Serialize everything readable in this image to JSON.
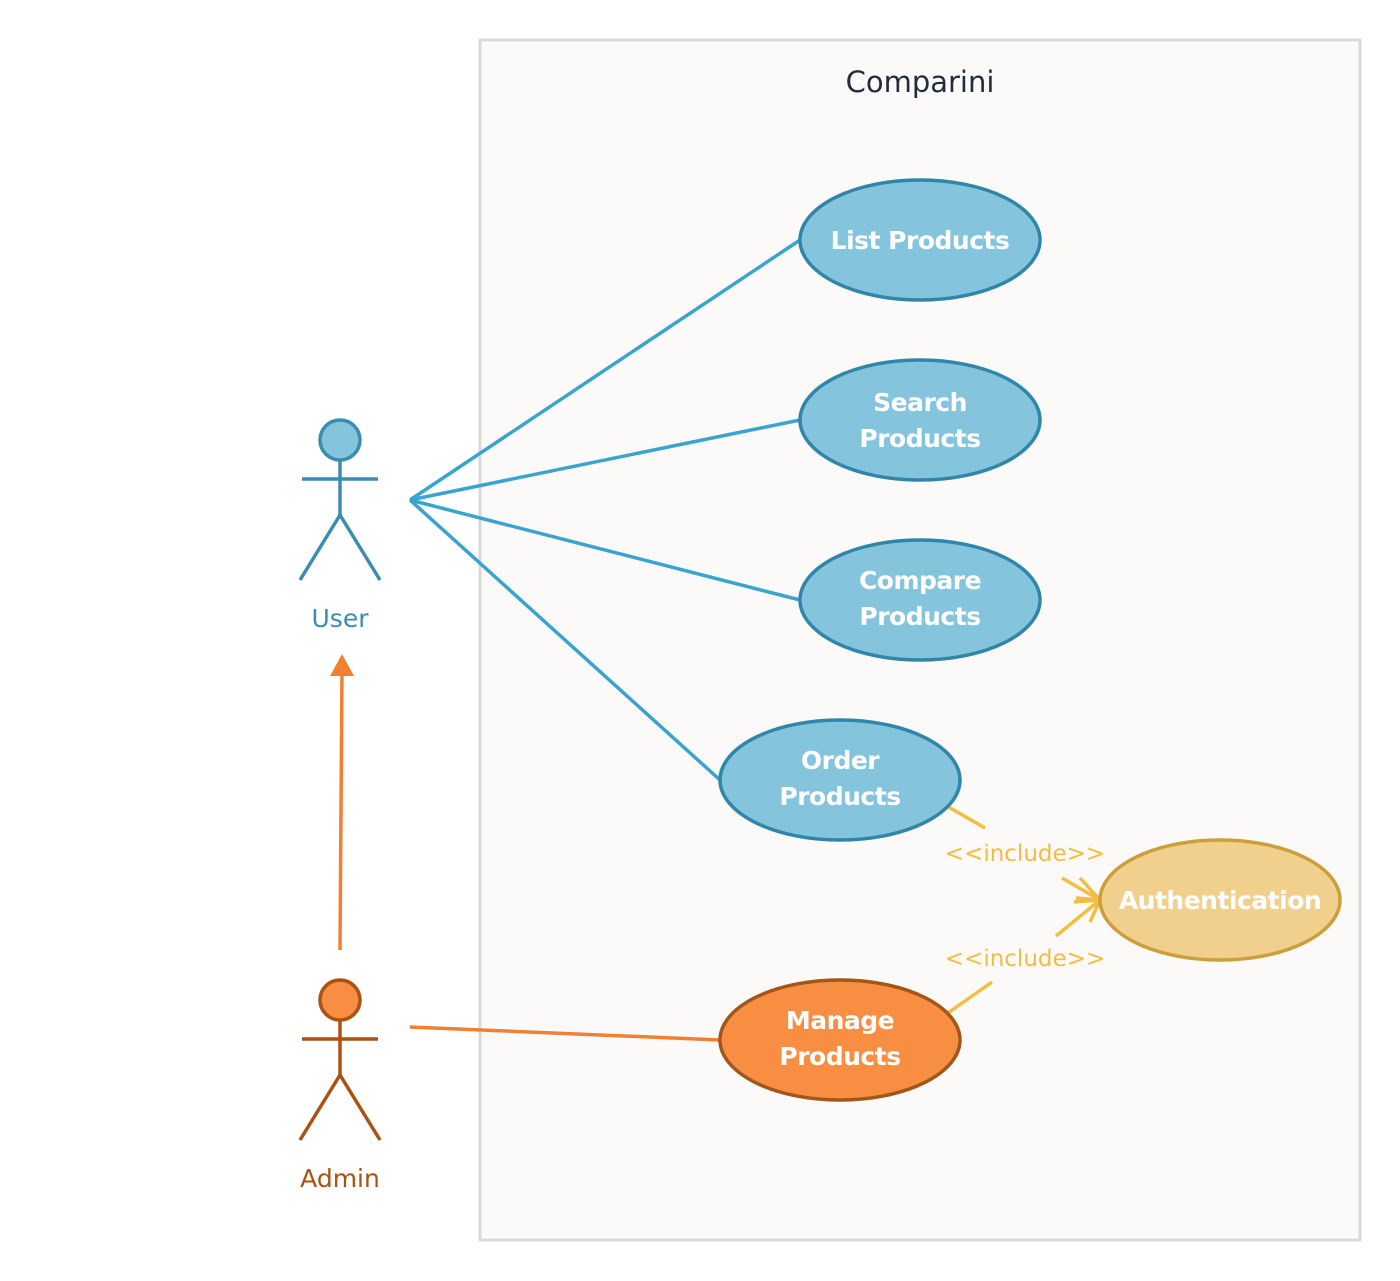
{
  "system": {
    "title": "Comparini"
  },
  "actors": {
    "user": {
      "label": "User",
      "color": "#3a8cb1",
      "fill": "#85c4dd"
    },
    "admin": {
      "label": "Admin",
      "color": "#a95213",
      "fill": "#f88e41"
    }
  },
  "use_cases": {
    "list_products": {
      "line1": "List Products",
      "line2": ""
    },
    "search_products": {
      "line1": "Search",
      "line2": "Products"
    },
    "compare_products": {
      "line1": "Compare",
      "line2": "Products"
    },
    "order_products": {
      "line1": "Order",
      "line2": "Products"
    },
    "manage_products": {
      "line1": "Manage",
      "line2": "Products"
    },
    "authentication": {
      "line1": "Authentication",
      "line2": ""
    }
  },
  "relations": {
    "order_include": "<<include>>",
    "manage_include": "<<include>>"
  },
  "colors": {
    "user_line": "#3aa4cf",
    "admin_line": "#f18032",
    "include_line": "#f3bd42",
    "auth_fill": "#f1d08e",
    "auth_stroke": "#cba03b",
    "blue_uc_fill": "#85c4dd",
    "blue_uc_stroke": "#2f86a9",
    "orange_uc_fill": "#f88e41",
    "orange_uc_stroke": "#a2561a",
    "boundary_fill": "#fbfaf8",
    "boundary_stroke": "#d9d9d9"
  }
}
